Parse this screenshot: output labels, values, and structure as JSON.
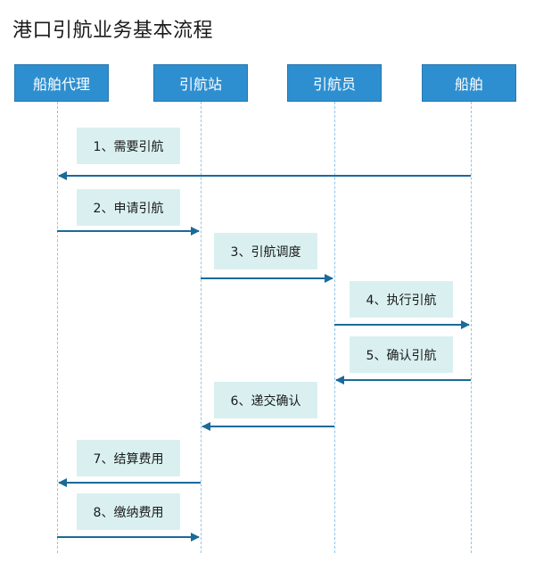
{
  "title": "港口引航业务基本流程",
  "participants": [
    "船舶代理",
    "引航站",
    "引航员",
    "船舶"
  ],
  "messages": [
    {
      "label": "1、需要引航",
      "from": 3,
      "to": 0
    },
    {
      "label": "2、申请引航",
      "from": 0,
      "to": 1
    },
    {
      "label": "3、引航调度",
      "from": 1,
      "to": 2
    },
    {
      "label": "4、执行引航",
      "from": 2,
      "to": 3
    },
    {
      "label": "5、确认引航",
      "from": 3,
      "to": 2
    },
    {
      "label": "6、递交确认",
      "from": 2,
      "to": 1
    },
    {
      "label": "7、结算费用",
      "from": 1,
      "to": 0
    },
    {
      "label": "8、缴纳费用",
      "from": 0,
      "to": 1
    }
  ],
  "colors": {
    "participant_fill": "#2e8fd0",
    "label_fill": "#daf0f0",
    "arrow": "#1a6a9a",
    "lifeline": "#8fc6ea"
  }
}
